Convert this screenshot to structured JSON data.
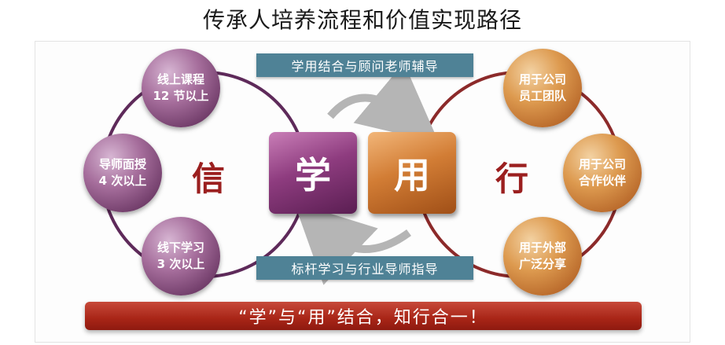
{
  "title": "传承人培养流程和价值实现路径",
  "top_banner": "学用结合与顾问老师辅导",
  "bottom_banner": "标杆学习与行业导师指导",
  "left_nodes": [
    {
      "line1": "线上课程",
      "line2": "12 节以上"
    },
    {
      "line1": "导师面授",
      "line2": "4 次以上"
    },
    {
      "line1": "线下学习",
      "line2": "3 次以上"
    }
  ],
  "right_nodes": [
    {
      "line1": "用于公司",
      "line2": "员工团队"
    },
    {
      "line1": "用于公司",
      "line2": "合作伙伴"
    },
    {
      "line1": "用于外部",
      "line2": "广泛分享"
    }
  ],
  "left_char": "信",
  "right_char": "行",
  "learn_box": "学",
  "use_box": "用",
  "slogan": "“学”与“用”结合，知行合一！",
  "colors": {
    "purple_ring": "#5e2a5a",
    "red_ring": "#8c2a2a",
    "banner": "#4f8296",
    "accent_red": "#9b1f1f",
    "arrow_gray": "#b5b5b5"
  }
}
